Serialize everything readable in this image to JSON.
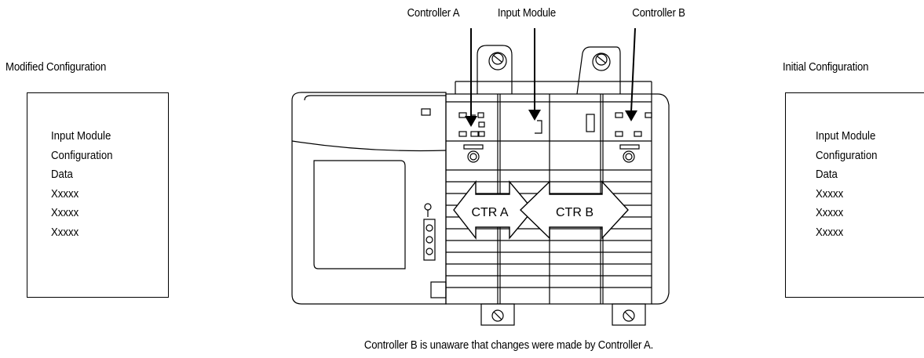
{
  "labels": {
    "controller_a": "Controller A",
    "input_module": "Input Module",
    "controller_b": "Controller B",
    "ctr_a": "CTR A",
    "ctr_b": "CTR B"
  },
  "left_panel": {
    "title": "Modified Configuration",
    "lines": [
      "Input Module",
      "Configuration",
      "Data",
      "Xxxxx",
      "Xxxxx",
      "Xxxxx"
    ]
  },
  "right_panel": {
    "title": "Initial Configuration",
    "lines": [
      "Input Module",
      "Configuration",
      "Data",
      "Xxxxx",
      "Xxxxx",
      "Xxxxx"
    ]
  },
  "caption": "Controller B is unaware that changes were made by Controller A."
}
